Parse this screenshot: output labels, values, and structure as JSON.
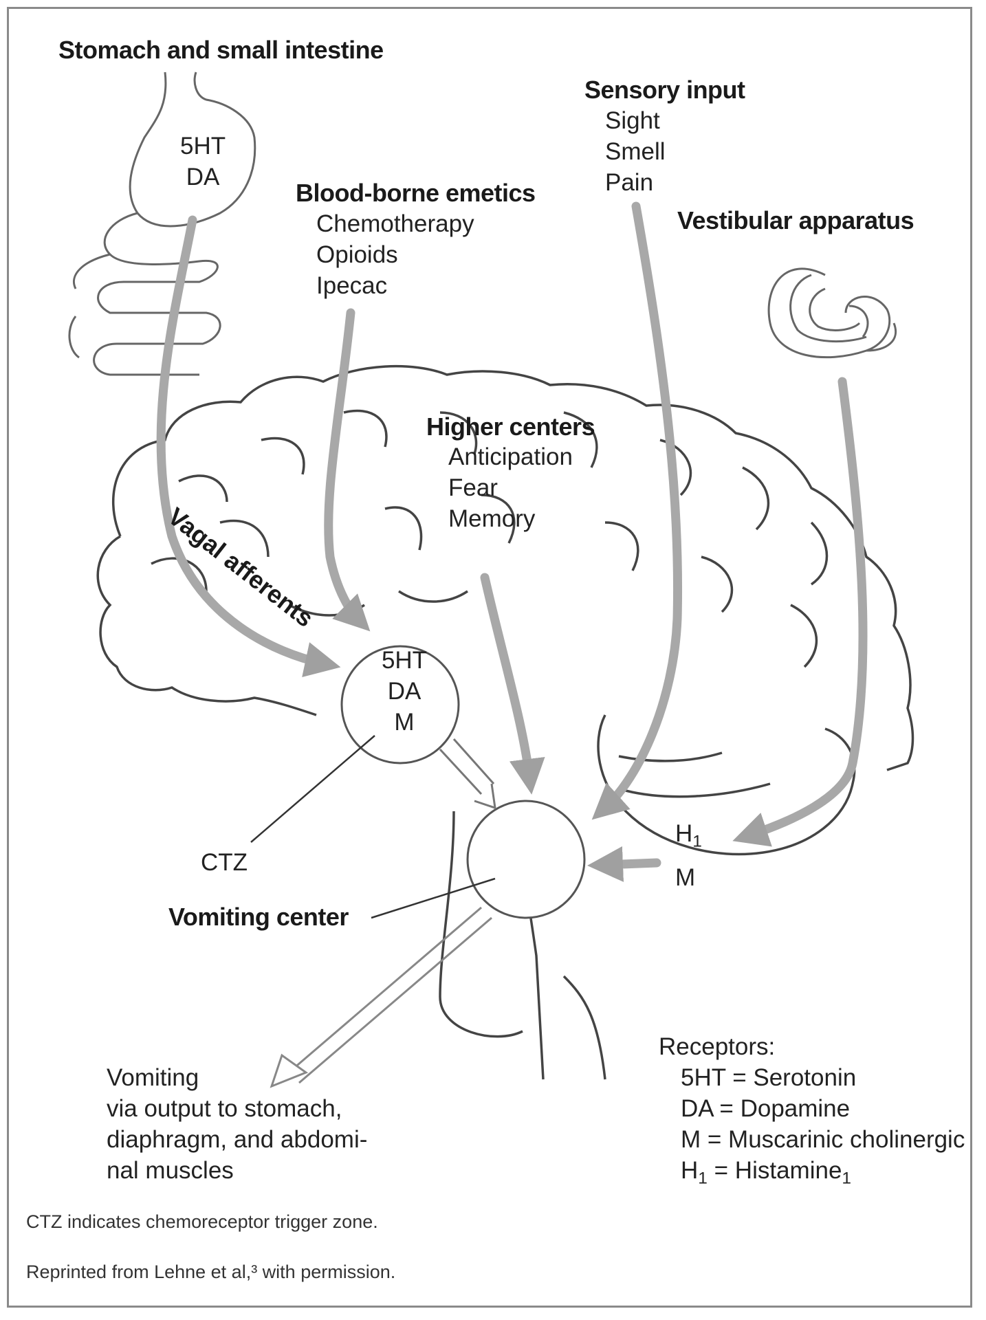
{
  "title": "Stomach and small intestine",
  "stomach_receptors": [
    "5HT",
    "DA"
  ],
  "blood_borne": {
    "heading": "Blood-borne emetics",
    "items": [
      "Chemotherapy",
      "Opioids",
      "Ipecac"
    ]
  },
  "sensory": {
    "heading": "Sensory input",
    "items": [
      "Sight",
      "Smell",
      "Pain"
    ]
  },
  "vestibular": {
    "heading": "Vestibular apparatus"
  },
  "higher_centers": {
    "heading": "Higher centers",
    "items": [
      "Anticipation",
      "Fear",
      "Memory"
    ]
  },
  "vagal_label": "Vagal afferents",
  "ctz_receptors": [
    "5HT",
    "DA",
    "M"
  ],
  "ctz_label": "CTZ",
  "vomiting_center_label": "Vomiting center",
  "vestibular_receptors": {
    "h": "H",
    "h_sub": "1",
    "m": "M"
  },
  "output": {
    "lines": [
      "Vomiting",
      "via output to stomach,",
      "diaphragm, and abdomi-",
      "nal muscles"
    ]
  },
  "receptors_legend": {
    "heading": "Receptors:",
    "entries": [
      "5HT = Serotonin",
      "DA = Dopamine",
      "M = Muscarinic cholinergic"
    ],
    "h1_prefix": "H",
    "h1_sub": "1",
    "h1_mid": " = Histamine",
    "h1_sub2": "1"
  },
  "footnote_ctz": "CTZ indicates chemoreceptor trigger zone.",
  "footnote_reprint": "Reprinted from Lehne et al,³ with permission.",
  "colors": {
    "arrow": "#a8a8a8",
    "line": "#3a3a3a",
    "frame": "#8a8a8a"
  }
}
